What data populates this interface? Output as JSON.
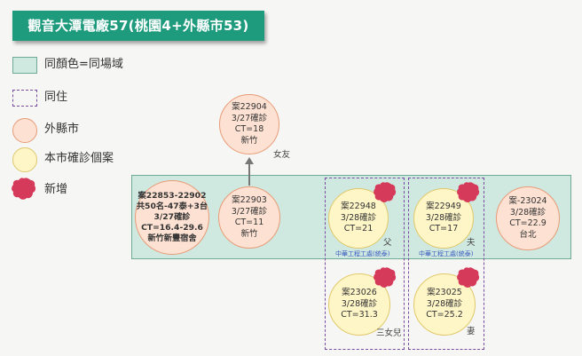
{
  "title": "觀音大潭電廠57(桃園4+外縣市53)",
  "legend": [
    {
      "label": "同顏色=同場域"
    },
    {
      "label": "同住"
    },
    {
      "label": "外縣市"
    },
    {
      "label": "本市確診個案"
    },
    {
      "label": "新增"
    }
  ],
  "nodes": {
    "n22904": {
      "l1": "案22904",
      "l2": "3/27確診",
      "l3": "CT=18",
      "l4": "新竹"
    },
    "n22853": {
      "l1": "案22853-22902",
      "l2": "共50名-47泰+3台",
      "l3": "3/27確診",
      "l4": "CT=16.4-29.6",
      "l5": "新竹新豐宿舍"
    },
    "n22903": {
      "l1": "案22903",
      "l2": "3/27確診",
      "l3": "CT=11",
      "l4": "新竹"
    },
    "n22948": {
      "l1": "案22948",
      "l2": "3/28確診",
      "l3": "CT=21"
    },
    "n22949": {
      "l1": "案22949",
      "l2": "3/28確診",
      "l3": "CT=17"
    },
    "n23024": {
      "l1": "案-23024",
      "l2": "3/28確診",
      "l3": "CT=22.9",
      "l4": "台北"
    },
    "n23026": {
      "l1": "案23026",
      "l2": "3/28確診",
      "l3": "CT=31.3"
    },
    "n23025": {
      "l1": "案23025",
      "l2": "3/28確診",
      "l3": "CT=25.2"
    }
  },
  "relations": {
    "girlfriend": "女友",
    "father": "父",
    "husband": "夫",
    "third_daughter": "三女兒",
    "wife": "妻"
  },
  "org_label": "中華工程工處(統泰)",
  "colors": {
    "title_bg": "#1e9a7d",
    "same_site": "#cfe8e0",
    "household": "#7a4aa0",
    "other_county": "#fde2d3",
    "local_case": "#fff6c8",
    "new_case": "#d63a5a"
  }
}
